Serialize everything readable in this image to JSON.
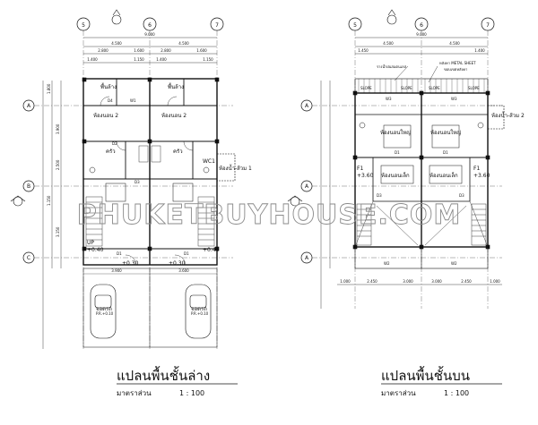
{
  "grid": {
    "columns": [
      "5",
      "6",
      "7"
    ],
    "rows_left": [
      "A",
      "B",
      "C"
    ],
    "rows_right": [
      "A",
      "A",
      "A"
    ],
    "total_width": "9.000",
    "half_width": "4.500"
  },
  "left_plan": {
    "title": "แปลนพื้นชั้นล่าง",
    "scale_label": "มาตราส่วน",
    "scale": "1 : 100",
    "rooms": {
      "wash_left": "พื้นล้าง",
      "wash_right": "พื้นล้าง",
      "bath2_left": "ห้องนอน 2",
      "bath2_right": "ห้องนอน 2",
      "kitchen_left": "ครัว",
      "kitchen_right": "ครัว",
      "wc_side": "ห้องน้ำ-ส้วม 1",
      "wc_label": "WC1",
      "parking_left": "จอดรถ",
      "parking_right": "จอดรถ"
    },
    "levels": {
      "up": "UP",
      "l1": "+0.40",
      "l2": "+0.30",
      "l3": "+0.30",
      "l4": "+0.40",
      "park_level": "P.R.+0.10"
    },
    "dims_top": [
      "2.800",
      "1.600",
      "1.400",
      "1.150",
      "1.400",
      "1.150"
    ],
    "dims_side": [
      "1.800",
      "3.900",
      "2.500",
      "1.150",
      "3.150"
    ],
    "dims_bottom": [
      "3.900",
      "3.600"
    ],
    "doors": [
      "D1",
      "D2",
      "D3",
      "D4",
      "W1"
    ]
  },
  "right_plan": {
    "title": "แปลนพื้นชั้นบน",
    "scale_label": "มาตราส่วน",
    "scale": "1 : 100",
    "note_left": "รางน้ำฝนสแตนเลส",
    "note_right": "หลังคา METAL SHEET",
    "note_right_sub": "ขอบเขตหลังคา",
    "slope": "SLOPE",
    "rooms": {
      "master_left": "ห้องนอนใหญ่",
      "master_right": "ห้องนอนใหญ่",
      "bed2_left": "ห้องนอนเล็ก",
      "bed2_right": "ห้องนอนเล็ก",
      "wc_side": "ห้องน้ำ-ส้วม 2"
    },
    "levels": {
      "f1": "F1",
      "l1": "+3.60",
      "f2": "F1",
      "l2": "+3.60"
    },
    "dims_top": [
      "4.500",
      "4.500",
      "1.450",
      "1.400"
    ],
    "dims_bottom": [
      "1.000",
      "2.450",
      "3.000",
      "3.000",
      "2.450",
      "1.000"
    ],
    "doors": [
      "W3",
      "W2",
      "D1",
      "D2",
      "D3"
    ]
  },
  "watermark": "PHUKETBUYHOUSE.COM"
}
